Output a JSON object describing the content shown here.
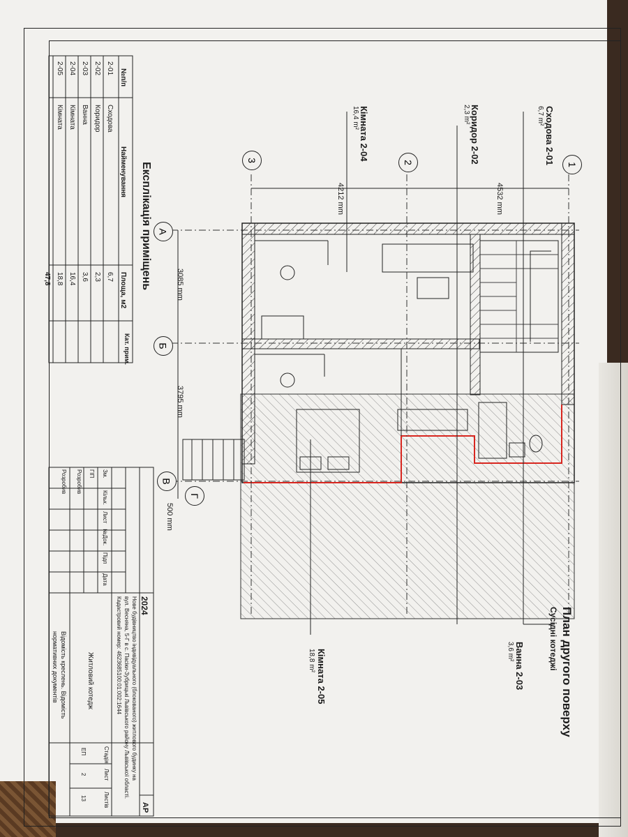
{
  "drawing_title": "План другого поверху",
  "drawing_subtitle": "Сусідні котеджі",
  "room_callouts": [
    {
      "name": "Сходова 2-01",
      "area": "6,7 m²"
    },
    {
      "name": "Коридор 2-02",
      "area": "2,3 m²"
    },
    {
      "name": "Кімната 2-04",
      "area": "16,4 m²"
    },
    {
      "name": "Ванна 2-03",
      "area": "3,6 m²"
    },
    {
      "name": "Кімната 2-05",
      "area": "18,8 m²"
    }
  ],
  "axes": {
    "numeric": [
      "1",
      "2",
      "3"
    ],
    "letters": [
      "А",
      "Б",
      "В",
      "Г"
    ]
  },
  "dimensions": {
    "top_1": "4532 mm",
    "top_2": "4212 mm",
    "left_1": "3085 mm",
    "left_2": "3795 mm",
    "left_3": "500 mm"
  },
  "explication": {
    "title": "Експлікація приміщень",
    "headers": [
      "№п/п",
      "Найменування",
      "Площа, м2",
      "Кат. прим."
    ],
    "rows": [
      {
        "num": "2-01",
        "name": "Сходова",
        "area": "6,7"
      },
      {
        "num": "2-02",
        "name": "Коридор",
        "area": "2,3"
      },
      {
        "num": "2-03",
        "name": "Ванна",
        "area": "3,6"
      },
      {
        "num": "2-04",
        "name": "Кімната",
        "area": "16,4"
      },
      {
        "num": "2-05",
        "name": "Кімната",
        "area": "18,8"
      }
    ],
    "total": "47,8"
  },
  "title_block": {
    "code": "АР",
    "year": "2024",
    "project_line_1": "Нове будівництво індивідуального (блокованого) житлового будинку на",
    "project_line_2": "вул. Весняна, 5-Г в с. Пасіки-Зубрицькі Львівського району Львівської області.",
    "project_line_3": "Кадастровий номер: 4623685100:01:002:1644",
    "object_name": "Житловий котедж",
    "sheet_name_1": "Відомість креслень. Відомість",
    "sheet_name_2": "нормативних документів",
    "stage_header": "Стадія",
    "sheet_header": "Лист",
    "sheets_header": "Листів",
    "stage": "ЕП",
    "sheet": "2",
    "sheets": "13",
    "rev_headers": [
      "Зм.",
      "Кільк.",
      "Лист",
      "№Док.",
      "Підп",
      "Дата"
    ],
    "role_gip": "ГІП",
    "role_dev1": "Розробив",
    "role_dev2": "Розробив"
  },
  "colors": {
    "ink": "#1c1c1c",
    "paper": "#f2f1ee",
    "red_line": "#d8261f"
  }
}
